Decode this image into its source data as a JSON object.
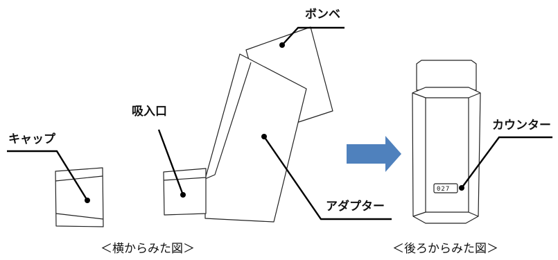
{
  "labels": {
    "canister": "ボンベ",
    "mouthpiece": "吸入口",
    "cap": "キャップ",
    "counter": "カウンター",
    "adapter": "アダプター"
  },
  "counter_reading": "027",
  "captions": {
    "side_view": "＜横からみた図＞",
    "back_view": "＜後ろからみた図＞"
  },
  "colors": {
    "arrow": "#4f81bd",
    "outline": "#222222"
  }
}
